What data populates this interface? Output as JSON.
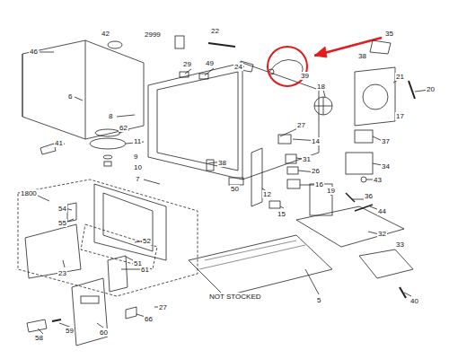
{
  "diagram": {
    "labels": [
      "42",
      "2999",
      "22",
      "35",
      "46",
      "29",
      "49",
      "24",
      "39",
      "38",
      "6",
      "8",
      "18",
      "21",
      "17",
      "20",
      "62",
      "41",
      "11",
      "9",
      "10",
      "27",
      "14",
      "37",
      "34",
      "7",
      "38",
      "50",
      "31",
      "26",
      "12",
      "16",
      "43",
      "1800",
      "54",
      "55",
      "19",
      "36",
      "15",
      "44",
      "52",
      "51",
      "32",
      "33",
      "23",
      "61",
      "NOT STOCKED",
      "5",
      "40",
      "60",
      "66",
      "27",
      "58",
      "59"
    ]
  }
}
